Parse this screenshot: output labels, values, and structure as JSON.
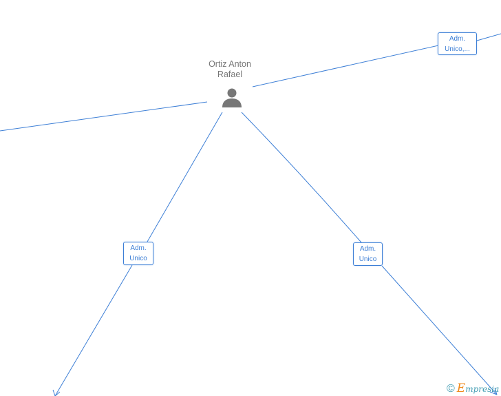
{
  "person": {
    "name_line1": "Ortiz Anton",
    "name_line2": "Rafael",
    "icon": "person-icon"
  },
  "roles": {
    "top_right": {
      "line1": "Adm.",
      "line2": "Unico,..."
    },
    "left": {
      "line1": "Adm.",
      "line2": "Unico"
    },
    "right": {
      "line1": "Adm.",
      "line2": "Unico"
    }
  },
  "footer": {
    "copyright_symbol": "©",
    "brand_initial": "E",
    "brand_rest": "mpresia"
  },
  "colors": {
    "edge": "#3d7fd6",
    "person": "#777777",
    "brand_orange": "#f08a1c",
    "brand_teal": "#3d9ab0"
  }
}
